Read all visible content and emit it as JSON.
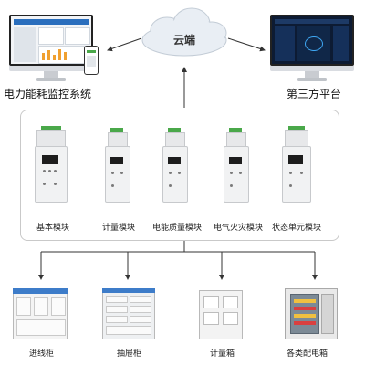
{
  "cloud": {
    "label": "云端"
  },
  "top": {
    "left_label": "电力能耗监控系统",
    "right_label": "第三方平台"
  },
  "modules": [
    {
      "label": "基本模块"
    },
    {
      "label": "计量模块"
    },
    {
      "label": "电能质量模块"
    },
    {
      "label": "电气火灾模块"
    },
    {
      "label": "状态单元模块"
    }
  ],
  "cabinets": [
    {
      "label": "进线柜"
    },
    {
      "label": "抽屉柜"
    },
    {
      "label": "计量箱"
    },
    {
      "label": "各类配电箱"
    }
  ],
  "colors": {
    "arrow": "#333333",
    "module_green": "#4aa84a",
    "cloud_fill": "#e8eef5"
  }
}
